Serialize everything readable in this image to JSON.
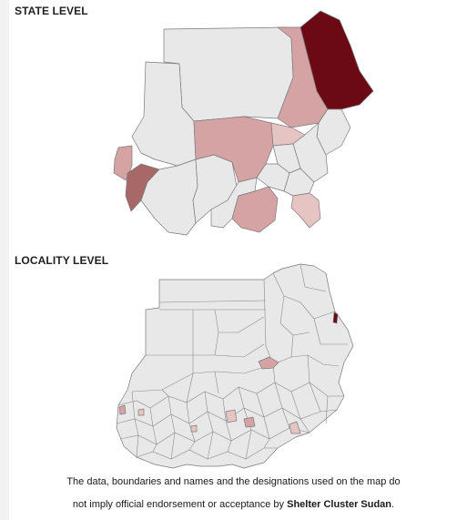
{
  "headings": {
    "state": "STATE LEVEL",
    "locality": "LOCALITY LEVEL"
  },
  "colors": {
    "base": "#e8e8e8",
    "light": "#e6c4c4",
    "medium": "#d5a3a3",
    "strong": "#a86868",
    "darkest": "#6b0a14"
  },
  "disclaimer": {
    "line1": "The data, boundaries and names and the designations used on the map do",
    "line2_prefix": "not imply official endorsement or  acceptance by ",
    "line2_bold": "Shelter Cluster Sudan",
    "line2_suffix": "."
  }
}
